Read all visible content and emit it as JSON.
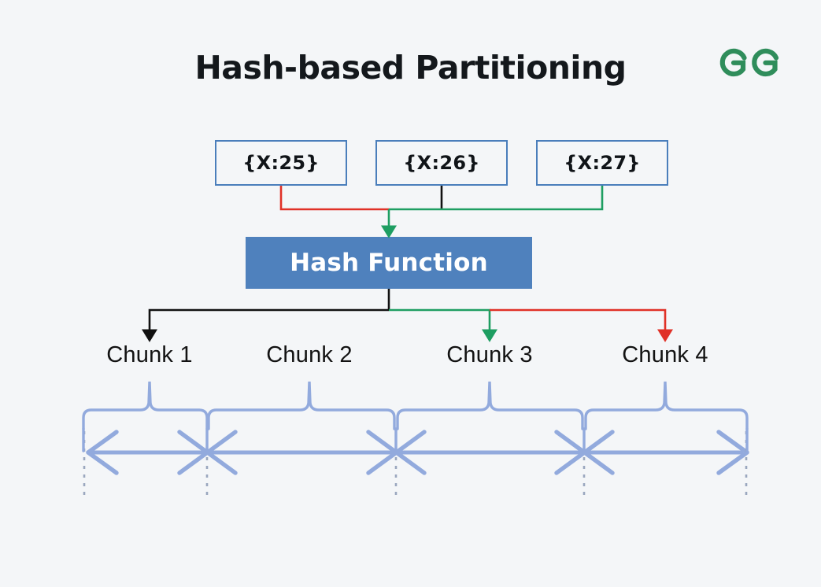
{
  "page": {
    "title": "Hash-based Partitioning",
    "background_color": "#f4f6f8"
  },
  "branding": {
    "logo_name": "geeksforgeeks-logo",
    "logo_color": "#2f8d5b"
  },
  "colors": {
    "box_border": "#4a7ebb",
    "hash_box_fill": "#4f81bd",
    "hash_box_text": "#ffffff",
    "connector_red": "#e03127",
    "connector_green": "#1e9e62",
    "connector_black": "#111111",
    "axis_blue": "#92aadd",
    "title_text": "#14181c"
  },
  "input_keys": [
    {
      "label": "{X:25}",
      "connector_color": "#e03127"
    },
    {
      "label": "{X:26}",
      "connector_color": "#111111"
    },
    {
      "label": "{X:27}",
      "connector_color": "#1e9e62"
    }
  ],
  "hash_function": {
    "label": "Hash Function",
    "input_arrow_color": "#1e9e62"
  },
  "chunks": [
    {
      "label": "Chunk 1",
      "arrow_color": "#111111",
      "has_arrow": true
    },
    {
      "label": "Chunk 2",
      "arrow_color": "",
      "has_arrow": false
    },
    {
      "label": "Chunk 3",
      "arrow_color": "#1e9e62",
      "has_arrow": true
    },
    {
      "label": "Chunk 4",
      "arrow_color": "#e03127",
      "has_arrow": true
    }
  ],
  "axis": {
    "marker_name": "x-crossing-marker",
    "brace_count": 4,
    "dashed_tick_count": 5,
    "left_arrow": "left-arrowhead",
    "right_arrow": "right-arrowhead"
  }
}
